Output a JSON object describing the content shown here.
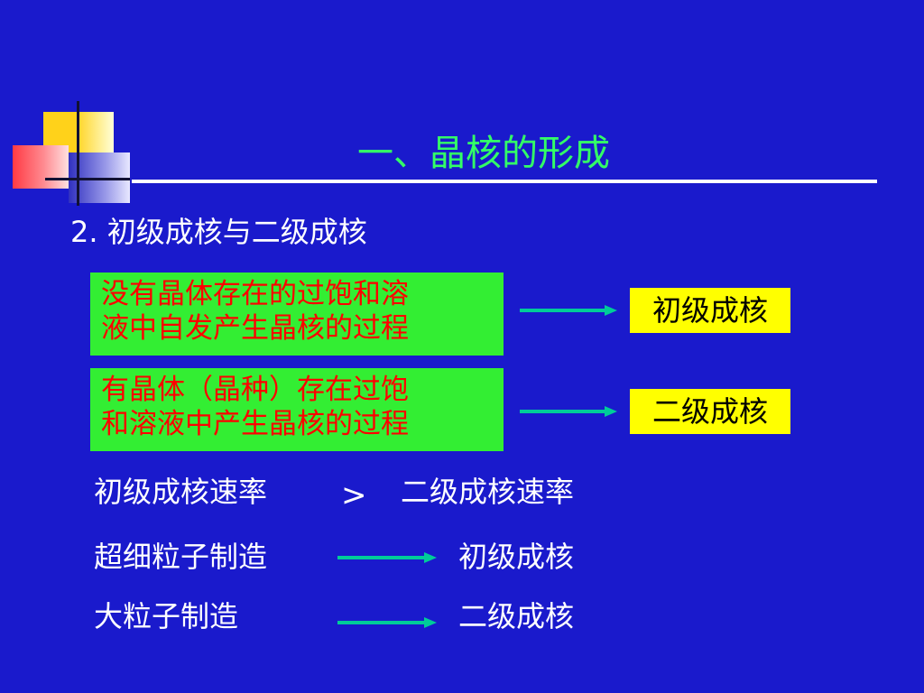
{
  "slide": {
    "title": "一、晶核的形成",
    "subtitle": "2. 初级成核与二级成核"
  },
  "definitions": [
    {
      "description_lines": [
        "没有晶体存在的过饱和溶",
        "液中自发产生晶核的过程"
      ],
      "result": "初级成核"
    },
    {
      "description_lines": [
        "有晶体（晶种）存在过饱",
        "和溶液中产生晶核的过程"
      ],
      "result": "二级成核"
    }
  ],
  "comparison": {
    "left": "初级成核速率",
    "operator": ">",
    "right": "二级成核速率"
  },
  "applications": [
    {
      "left": "超细粒子制造",
      "right": "初级成核"
    },
    {
      "left": "大粒子制造",
      "right": "二级成核"
    }
  ],
  "colors": {
    "background": "#1a1acc",
    "title": "#33ff66",
    "box_green": "#33ee33",
    "box_text_red": "#ff0000",
    "box_yellow": "#ffff00",
    "arrow_teal": "#00cc99"
  }
}
